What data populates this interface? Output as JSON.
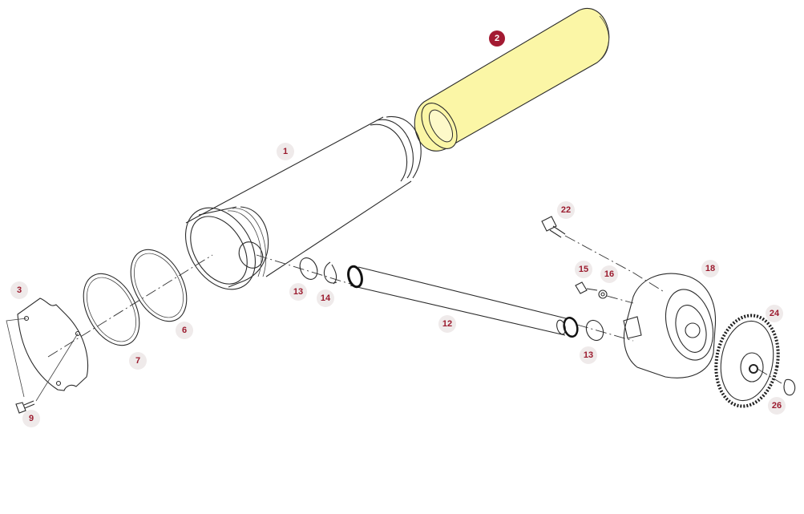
{
  "diagram": {
    "highlight_color": "#fbf6a6",
    "selected_color": "#a31a32",
    "callout_text_color": "#9b1b2e",
    "callouts": [
      {
        "id": "c-2",
        "label": "2",
        "selected": true
      },
      {
        "id": "c-1",
        "label": "1"
      },
      {
        "id": "c-22",
        "label": "22"
      },
      {
        "id": "c-15",
        "label": "15"
      },
      {
        "id": "c-16",
        "label": "16"
      },
      {
        "id": "c-18",
        "label": "18"
      },
      {
        "id": "c-24",
        "label": "24"
      },
      {
        "id": "c-26",
        "label": "26"
      },
      {
        "id": "c-3",
        "label": "3"
      },
      {
        "id": "c-6",
        "label": "6"
      },
      {
        "id": "c-7",
        "label": "7"
      },
      {
        "id": "c-9",
        "label": "9"
      },
      {
        "id": "c-12",
        "label": "12"
      },
      {
        "id": "c-13a",
        "label": "13"
      },
      {
        "id": "c-13b",
        "label": "13"
      },
      {
        "id": "c-14",
        "label": "14"
      }
    ]
  }
}
